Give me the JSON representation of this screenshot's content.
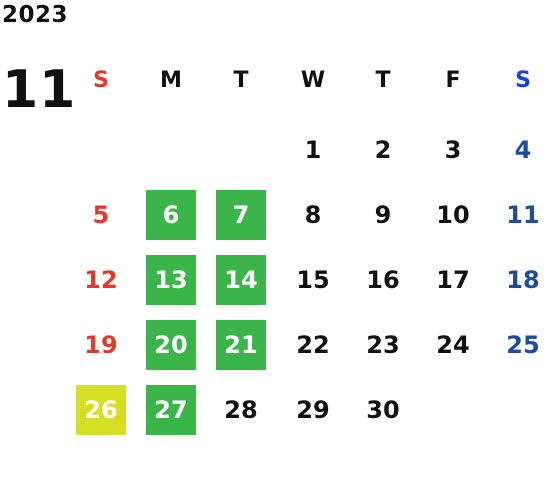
{
  "year": "2023",
  "month": "11",
  "weekdays": [
    "S",
    "M",
    "T",
    "W",
    "T",
    "F",
    "S"
  ],
  "days": {
    "d1": "1",
    "d2": "2",
    "d3": "3",
    "d4": "4",
    "d5": "5",
    "d6": "6",
    "d7": "7",
    "d8": "8",
    "d9": "9",
    "d10": "10",
    "d11": "11",
    "d12": "12",
    "d13": "13",
    "d14": "14",
    "d15": "15",
    "d16": "16",
    "d17": "17",
    "d18": "18",
    "d19": "19",
    "d20": "20",
    "d21": "21",
    "d22": "22",
    "d23": "23",
    "d24": "24",
    "d25": "25",
    "d26": "26",
    "d27": "27",
    "d28": "28",
    "d29": "29",
    "d30": "30"
  },
  "colors": {
    "sunday": "#e03a2b",
    "saturday": "#1e4aa0",
    "saturday_header": "#1a3ee0",
    "highlight_green": "#3bb54a",
    "highlight_yellow": "#d6e022"
  }
}
